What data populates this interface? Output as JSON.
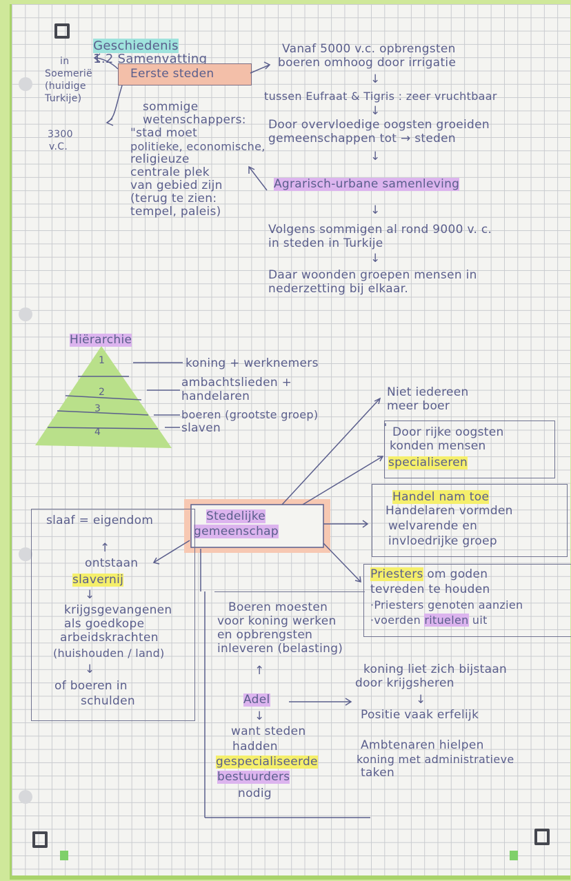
{
  "header": {
    "subject": "Geschiedenis",
    "chapter": "1.2 Samenvatting"
  },
  "left_note": {
    "in": "in",
    "soemerie": "Soemerië",
    "huidige": "(huidige",
    "turkije": "Turkije)",
    "year": "3300",
    "vc": "v.C."
  },
  "eerste_steden": "Eerste steden",
  "scientists": {
    "line1": "sommige",
    "line2": "wetenschappers:",
    "line3": "\"stad moet",
    "line4": "politieke, economische,",
    "line5": "religieuze",
    "line6": "centrale plek",
    "line7": "van gebied zijn",
    "line8": "(terug te zien:",
    "line9": "tempel, paleis)"
  },
  "right_flow": {
    "r1": "Vanaf 5000 v.c. opbrengsten",
    "r2": "boeren omhoog door irrigatie",
    "r3": "tussen Eufraat & Tigris : zeer vruchtbaar",
    "r4": "Door overvloedige oogsten groeiden",
    "r5": "gemeenschappen tot → steden",
    "r6": "Agrarisch-urbane samenleving",
    "r7": "Volgens sommigen al rond 9000 v. c.",
    "r8": "in steden in Turkije",
    "r9": "Daar woonden groepen mensen in",
    "r10": "nederzetting bij elkaar."
  },
  "hierarchy": {
    "title": "Hiërarchie",
    "levels": [
      "1",
      "2",
      "3",
      "4"
    ],
    "labels": [
      "koning + werknemers",
      "ambachtslieden +",
      "handelaren",
      "boeren (grootste groep)",
      "slaven"
    ]
  },
  "niet_iedereen": {
    "l1": "Niet iedereen",
    "l2": "meer boer"
  },
  "box_rijke": {
    "l1": "Door rijke oogsten",
    "l2": "konden mensen",
    "l3": "specialiseren"
  },
  "box_handel": {
    "l1": "Handel nam toe",
    "l2": "Handelaren vormden",
    "l3": "welvarende en",
    "l4": "invloedrijke groep"
  },
  "box_priesters": {
    "l1a": "Priesters",
    "l1b": " om goden",
    "l2": "tevreden te houden",
    "l3": "·Priesters genoten aanzien",
    "l4a": "·voerden ",
    "l4b": "rituelen",
    "l4c": " uit"
  },
  "center": {
    "l1": "Stedelijke",
    "l2": "gemeenschap"
  },
  "slavery": {
    "l1": "slaaf = eigendom",
    "l2": "↑",
    "l3": "ontstaan",
    "l4": "slavernij",
    "l5": "↓",
    "l6": "krijgsgevangenen",
    "l7": "als goedkope",
    "l8": "arbeidskrachten",
    "l9": "(huishouden / land)",
    "l10": "↓",
    "l11": "of boeren in",
    "l12": "schulden"
  },
  "adel_box": {
    "l1": "Boeren moesten",
    "l2": "voor koning werken",
    "l3": "en opbrengsten",
    "l4": "inleveren (belasting)",
    "up": "↑",
    "adel": "Adel",
    "down": "↓",
    "l5": "want steden",
    "l6": "hadden",
    "l7": "gespecialiseerde",
    "l8": "bestuurders",
    "l9": "nodig"
  },
  "koning": {
    "l1": "koning liet zich bijstaan",
    "l2": "door krijgsheren",
    "l3": "↓",
    "l4": "Positie vaak erfelijk",
    "l5": "Ambtenaren hielpen",
    "l6": "koning met administratieve",
    "l7": "taken"
  },
  "colors": {
    "ink": "#5a5e8c",
    "highlight_yellow": "#f5ef6b",
    "highlight_purple": "#dcb4ee",
    "highlight_pink": "#f3bfa9",
    "highlight_blue": "#9fe3dd",
    "frame_green": "#a9d36b"
  }
}
